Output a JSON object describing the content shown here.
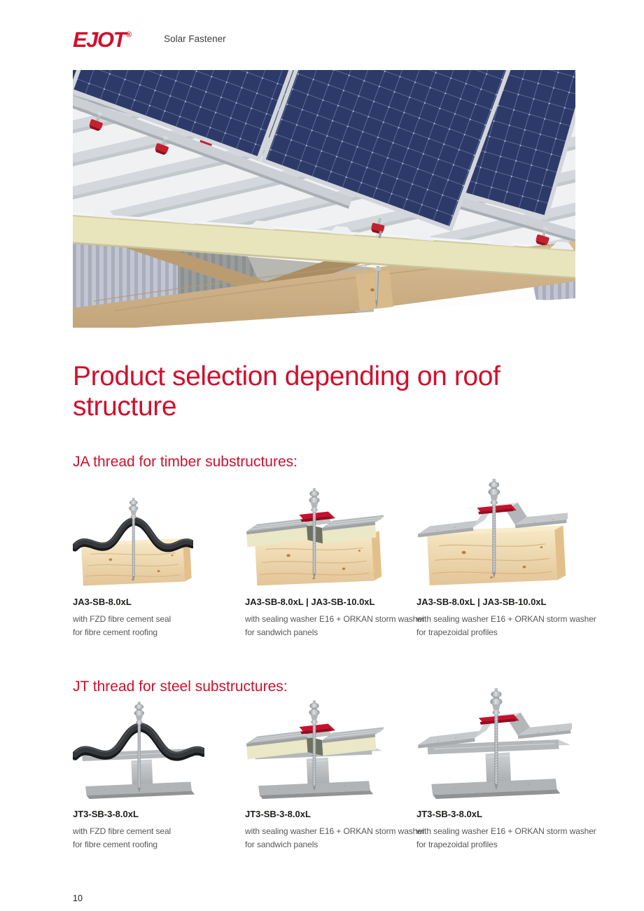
{
  "header": {
    "brand": "EJOT",
    "brand_reg": "®",
    "subtitle": "Solar Fastener"
  },
  "title": "Product selection depending on roof structure",
  "hero": {
    "description": "solar-panel-array-with-red-solar-fasteners-on-trapezoidal-roof-over-timber-substructure"
  },
  "colors": {
    "brand_red": "#d0102d",
    "text_dark": "#1d1d1b",
    "text_gray": "#575756",
    "washer_red": "#c8102e"
  },
  "sections": [
    {
      "heading": "JA thread for timber substructures:",
      "products": [
        {
          "name": "JA3-SB-8.0xL",
          "desc_line1": "with FZD fibre cement seal",
          "desc_line2": "for fibre cement roofing",
          "illustration": "timber-fibre-cement"
        },
        {
          "name": "JA3-SB-8.0xL | JA3-SB-10.0xL",
          "desc_line1": "with sealing washer E16 + ORKAN storm washer",
          "desc_line2": "for sandwich panels",
          "illustration": "timber-sandwich-panel"
        },
        {
          "name": "JA3-SB-8.0xL | JA3-SB-10.0xL",
          "desc_line1": "with sealing washer E16 + ORKAN storm washer",
          "desc_line2": "for trapezoidal profiles",
          "illustration": "timber-trapezoidal-profile"
        }
      ]
    },
    {
      "heading": "JT thread for steel substructures:",
      "products": [
        {
          "name": "JT3-SB-3-8.0xL",
          "desc_line1": "with FZD fibre cement seal",
          "desc_line2": "for fibre cement roofing",
          "illustration": "steel-fibre-cement"
        },
        {
          "name": "JT3-SB-3-8.0xL",
          "desc_line1": "with sealing washer E16 + ORKAN storm washer",
          "desc_line2": "for sandwich panels",
          "illustration": "steel-sandwich-panel"
        },
        {
          "name": "JT3-SB-3-8.0xL",
          "desc_line1": "with sealing washer E16 + ORKAN storm washer",
          "desc_line2": "for trapezoidal profiles",
          "illustration": "steel-trapezoidal-profile"
        }
      ]
    }
  ],
  "footer": {
    "page_number": "10"
  }
}
